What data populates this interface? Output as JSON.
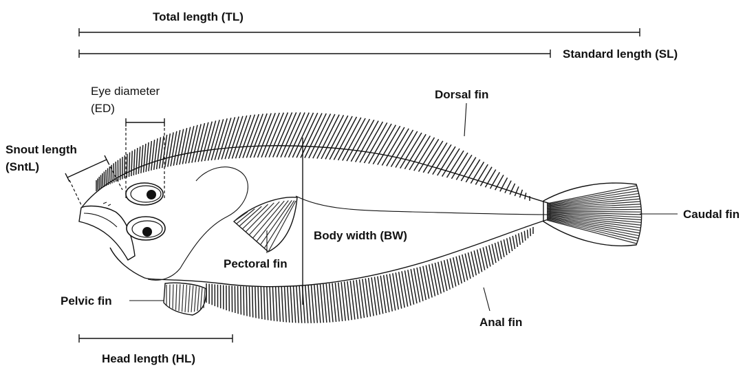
{
  "labels": {
    "total_length": "Total length (TL)",
    "standard_length": "Standard length (SL)",
    "eye_diameter_line1": "Eye diameter",
    "eye_diameter_line2": "(ED)",
    "snout_length_line1": "Snout length",
    "snout_length_line2": "(SntL)",
    "dorsal_fin": "Dorsal fin",
    "caudal_fin": "Caudal fin",
    "body_width": "Body width (BW)",
    "pectoral_fin": "Pectoral fin",
    "pelvic_fin": "Pelvic fin",
    "anal_fin": "Anal fin",
    "head_length": "Head length (HL)"
  },
  "colors": {
    "ink": "#111111",
    "background": "#ffffff"
  }
}
